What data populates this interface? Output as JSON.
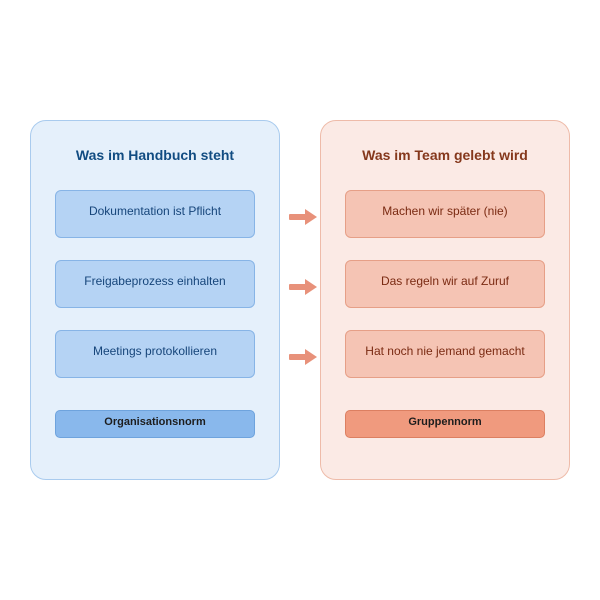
{
  "left_panel": {
    "title": "Was im Handbuch steht",
    "items": [
      "Dokumentation ist Pflicht",
      "Freigabeprozess einhalten",
      "Meetings protokollieren"
    ],
    "norm_label": "Organisationsnorm"
  },
  "right_panel": {
    "title": "Was im Team gelebt wird",
    "items": [
      "Machen wir später (nie)",
      "Das regeln wir auf Zuruf",
      "Hat noch nie jemand gemacht"
    ],
    "norm_label": "Gruppennorm"
  },
  "colors": {
    "left_accent": "#114c82",
    "right_accent": "#85381c",
    "arrow": "#e8917a"
  }
}
